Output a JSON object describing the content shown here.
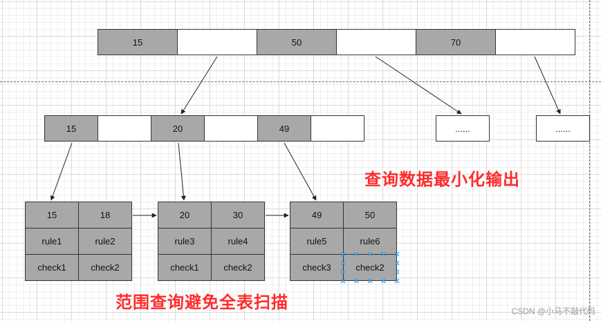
{
  "root": {
    "keys": [
      "15",
      "50",
      "70"
    ]
  },
  "internal": {
    "keys": [
      "15",
      "20",
      "49"
    ],
    "ellipsis": [
      "......",
      "......"
    ]
  },
  "leaves": [
    {
      "keys": [
        "15",
        "18"
      ],
      "rules": [
        "rule1",
        "rule2"
      ],
      "checks": [
        "check1",
        "check2"
      ]
    },
    {
      "keys": [
        "20",
        "30"
      ],
      "rules": [
        "rule3",
        "rule4"
      ],
      "checks": [
        "check1",
        "check2"
      ]
    },
    {
      "keys": [
        "49",
        "50"
      ],
      "rules": [
        "rule5",
        "rule6"
      ],
      "checks": [
        "check3",
        "check2"
      ]
    }
  ],
  "annotations": {
    "min_output": "查询数据最小化输出",
    "range_scan": "范围查询避免全表扫描"
  },
  "watermark": "CSDN @小马不敲代码",
  "colors": {
    "key_cell": "#a8a8a8",
    "annotation": "#ff2a2a",
    "marker": "#3aa0e8"
  }
}
